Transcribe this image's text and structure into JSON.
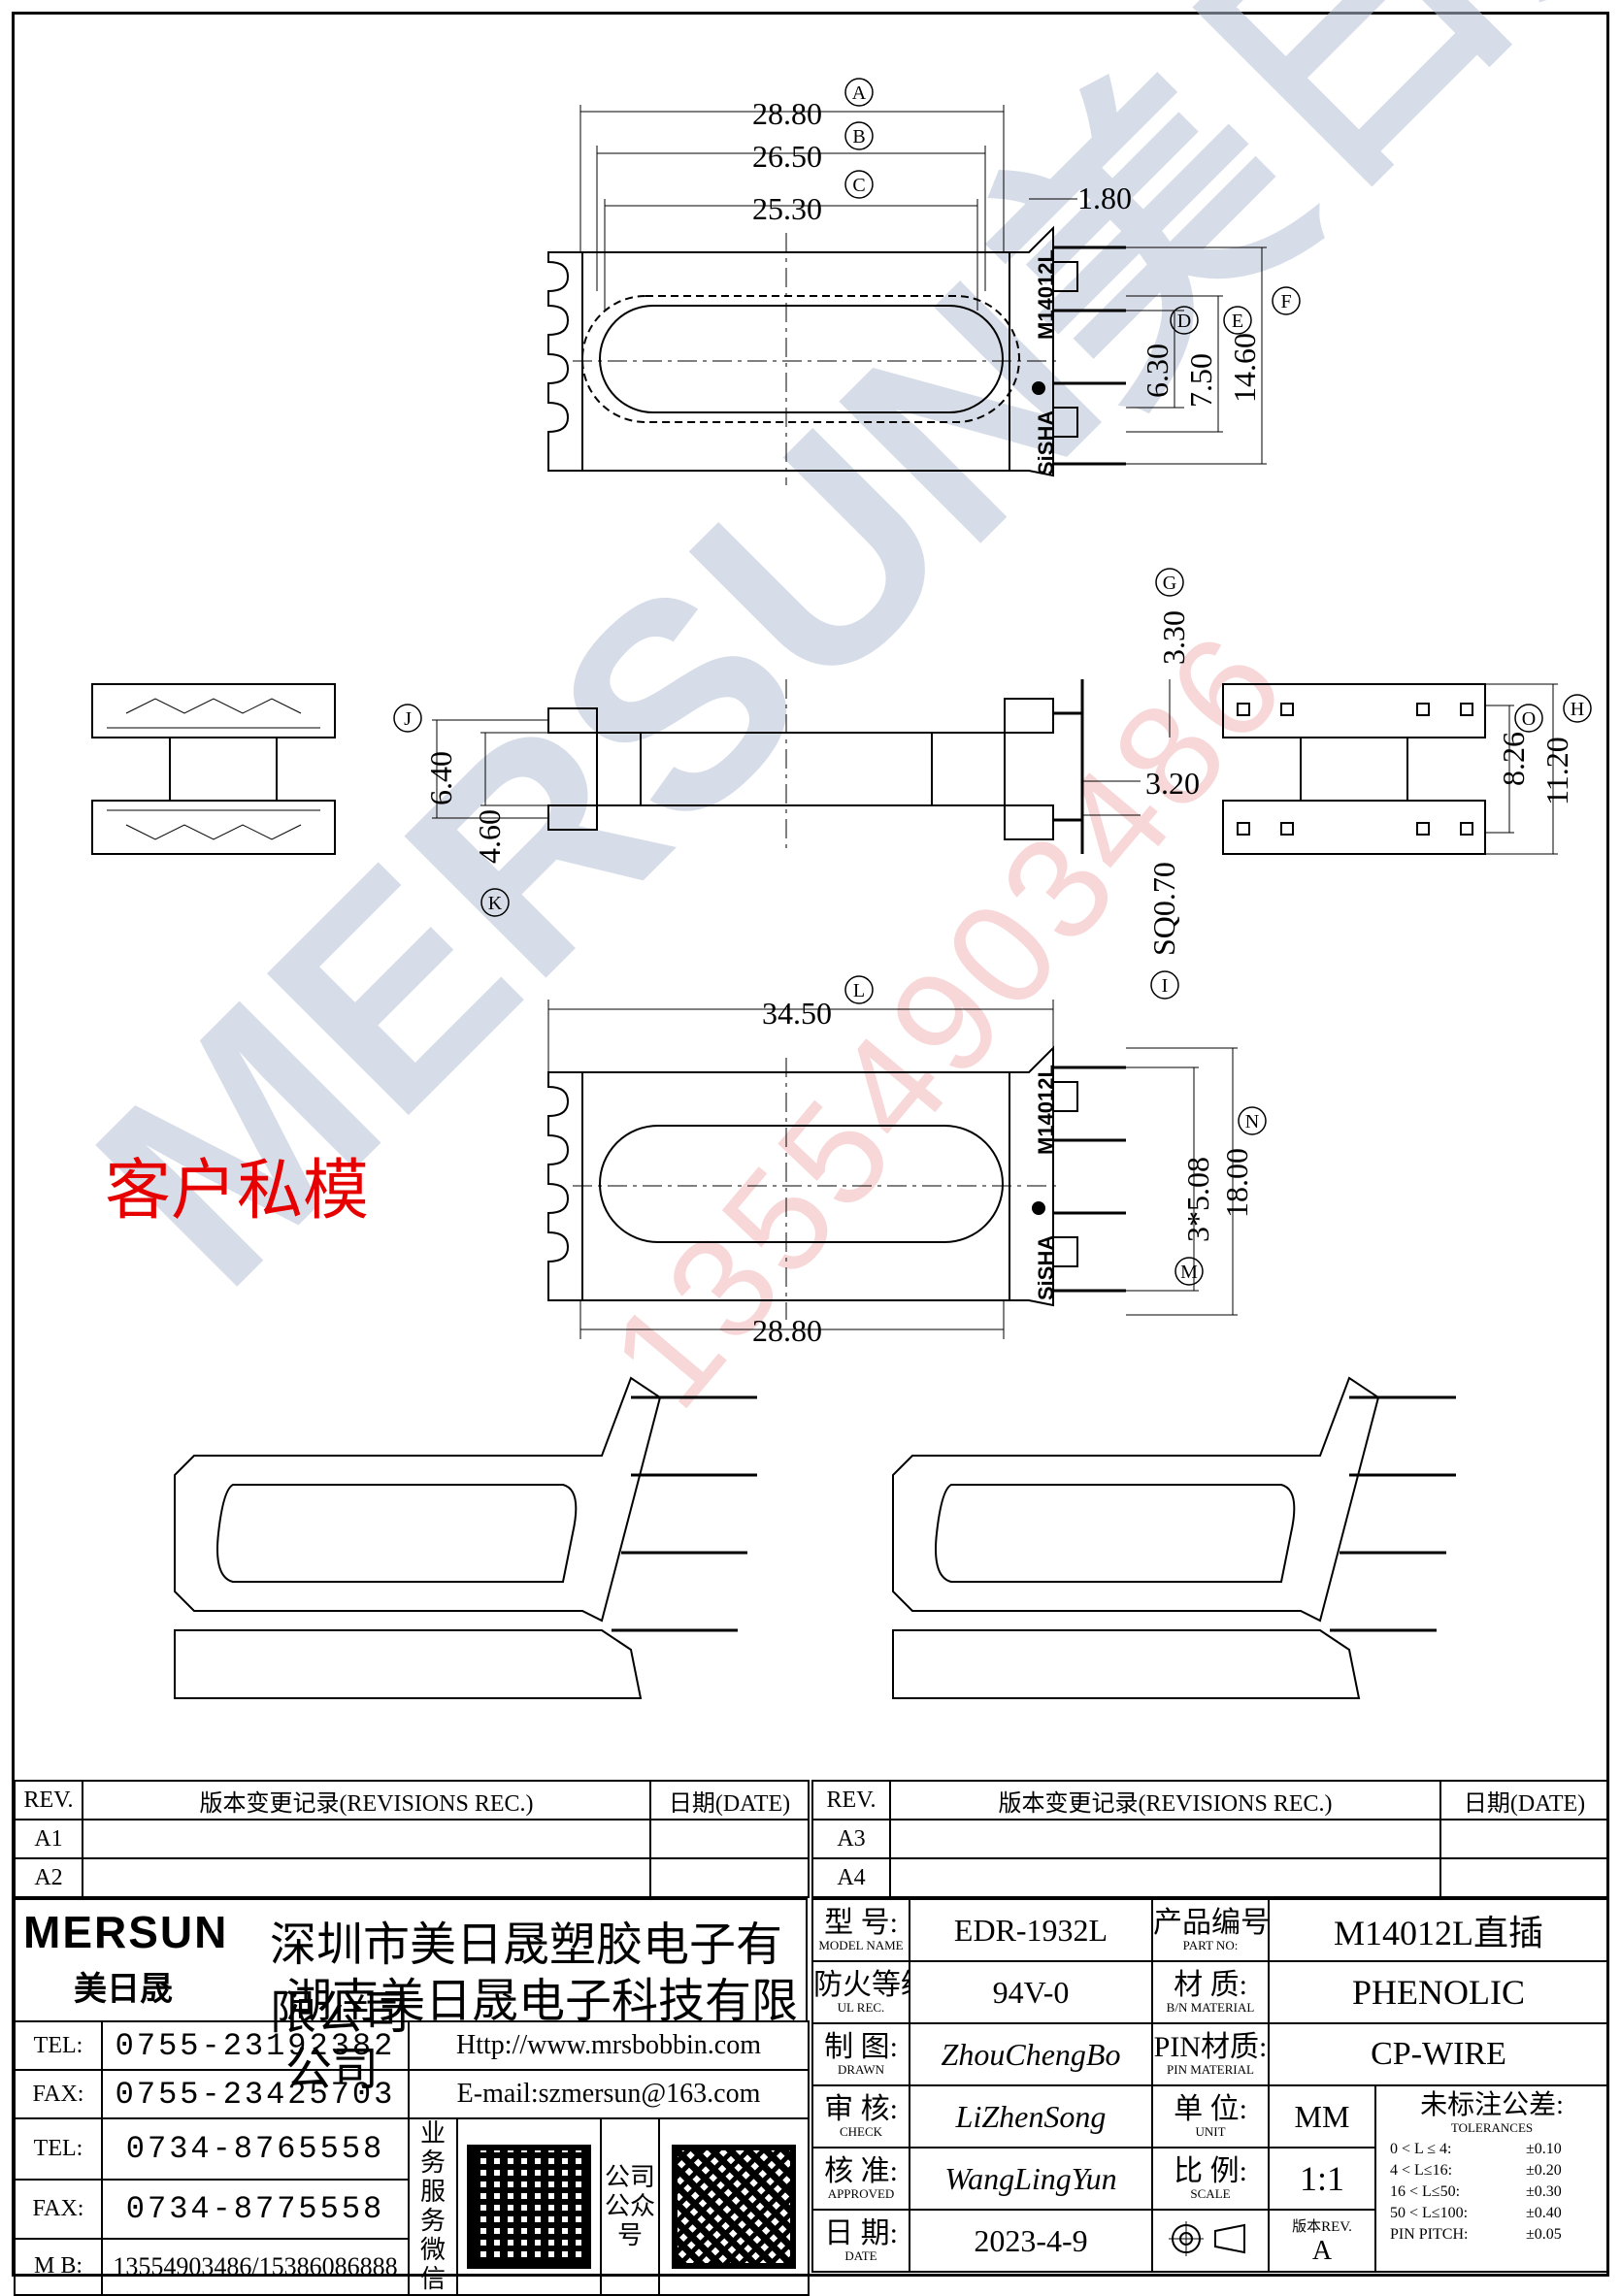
{
  "drawing": {
    "top_view": {
      "dim_a": "28.80",
      "dim_b": "26.50",
      "dim_c": "25.30",
      "dim_pin_offset": "1.80",
      "dim_d": "6.30",
      "dim_e": "7.50",
      "dim_f": "14.60",
      "lbl_a": "A",
      "lbl_b": "B",
      "lbl_c": "C",
      "lbl_d": "D",
      "lbl_e": "E",
      "lbl_f": "F",
      "part_mark": "M14012L",
      "brand_mark": "SiSHA"
    },
    "side_view": {
      "dim_g": "3.30",
      "dim_j": "6.40",
      "dim_k": "4.60",
      "dim_320": "3.20",
      "dim_sq": "SQ0.70",
      "lbl_g": "G",
      "lbl_j": "J",
      "lbl_k": "K",
      "lbl_i": "I"
    },
    "end_view": {
      "dim_826": "8.26",
      "dim_1120": "11.20",
      "lbl_h": "H",
      "lbl_o": "O"
    },
    "bottom_view": {
      "dim_l": "34.50",
      "dim_base": "28.80",
      "dim_pitch": "3*5.08",
      "dim_18": "18.00",
      "lbl_l": "L",
      "lbl_m": "M",
      "lbl_n": "N",
      "part_mark": "M14012L",
      "brand_mark": "SiSHA"
    },
    "note_red": "客户私模",
    "watermark_brand": "MERSUN美日晟",
    "watermark_phone": "13554903486"
  },
  "revisions_left": {
    "col_rev": "REV.",
    "col_rec": "版本变更记录(REVISIONS REC.)",
    "col_date": "日期(DATE)",
    "rows": [
      "A1",
      "A2"
    ]
  },
  "revisions_right": {
    "col_rev": "REV.",
    "col_rec": "版本变更记录(REVISIONS REC.)",
    "col_date": "日期(DATE)",
    "rows": [
      "A3",
      "A4"
    ]
  },
  "company": {
    "logo": "MERSUN",
    "logo_cn": "美日晟",
    "name1": "深圳市美日晟塑胶电子有限公司",
    "name2": "湖南美日晟电子科技有限公司",
    "tel1_label": "TEL:",
    "tel1": "0755-23192382",
    "fax1_label": "FAX:",
    "fax1": "0755-23425703",
    "tel2_label": "TEL:",
    "tel2": "0734-8765558",
    "fax2_label": "FAX:",
    "fax2": "0734-8775558",
    "mb_label": "M B:",
    "mb": "13554903486/15386086888",
    "web": "Http://www.mrsbobbin.com",
    "email": "E-mail:szmersun@163.com",
    "qr1_label": "业务服务微信",
    "qr2_label": "公司公众号"
  },
  "spec": {
    "model_label": "型 号:",
    "model_sub": "MODEL NAME",
    "model": "EDR-1932L",
    "part_label": "产品编号:",
    "part_sub": "PART NO:",
    "part": "M14012L直插",
    "ul_label": "防火等级:",
    "ul_sub": "UL REC.",
    "ul": "94V-0",
    "mat_label": "材 质:",
    "mat_sub": "B/N MATERIAL",
    "mat": "PHENOLIC",
    "drawn_label": "制 图:",
    "drawn_sub": "DRAWN",
    "drawn": "ZhouChengBo",
    "pinmat_label": "PIN材质:",
    "pinmat_sub": "PIN MATERIAL",
    "pinmat": "CP-WIRE",
    "check_label": "审 核:",
    "check_sub": "CHECK",
    "check": "LiZhenSong",
    "unit_label": "单 位:",
    "unit_sub": "UNIT",
    "unit": "MM",
    "tol_label": "未标注公差:",
    "tol_sub": "TOLERANCES",
    "tolerances": [
      [
        "0 < L ≤ 4:",
        "±0.10"
      ],
      [
        "4 < L≤16:",
        "±0.20"
      ],
      [
        "16 < L≤50:",
        "±0.30"
      ],
      [
        "50 < L≤100:",
        "±0.40"
      ],
      [
        "PIN PITCH:",
        "±0.05"
      ]
    ],
    "approved_label": "核 准:",
    "approved_sub": "APPROVED",
    "approved": "WangLingYun",
    "scale_label": "比 例:",
    "scale_sub": "SCALE",
    "scale": "1:1",
    "date_label": "日 期:",
    "date_sub": "DATE",
    "date": "2023-4-9",
    "rev_label": "版本REV.",
    "rev": "A"
  }
}
